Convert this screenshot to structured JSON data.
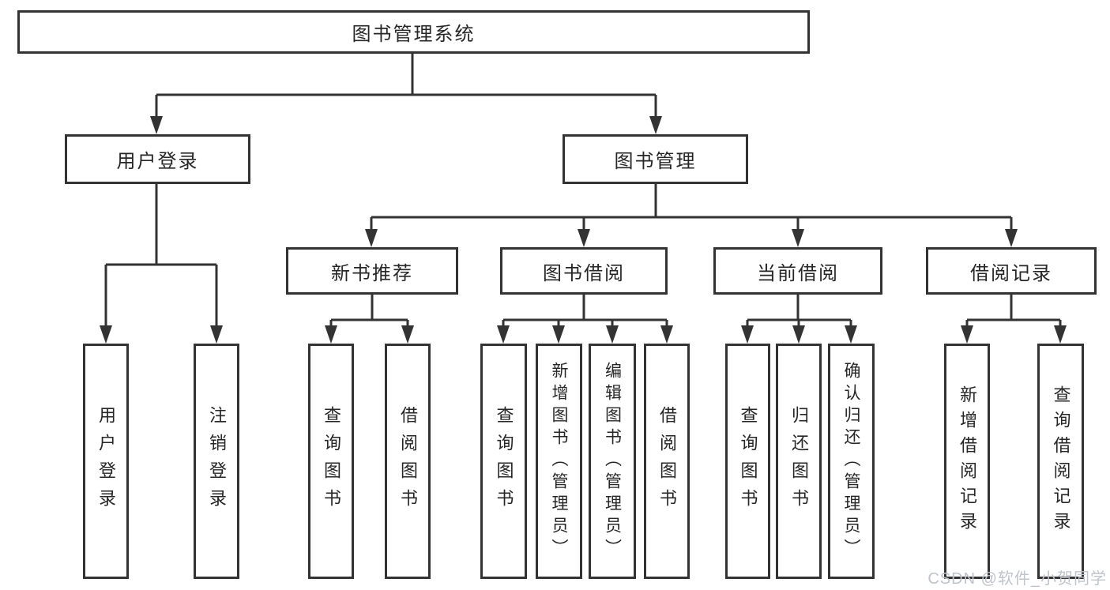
{
  "tree": {
    "root": {
      "label": "图书管理系统"
    },
    "user_login": {
      "label": "用户登录",
      "children": [
        "用户登录",
        "注销登录"
      ]
    },
    "book_mgmt": {
      "label": "图书管理"
    },
    "new_book": {
      "label": "新书推荐",
      "children": [
        "查询图书",
        "借阅图书"
      ]
    },
    "borrow": {
      "label": "图书借阅",
      "children": [
        "查询图书",
        "新增图书（管理员）",
        "编辑图书（管理员）",
        "借阅图书"
      ]
    },
    "current": {
      "label": "当前借阅",
      "children": [
        "查询图书",
        "归还图书",
        "确认归还（管理员）"
      ]
    },
    "records": {
      "label": "借阅记录",
      "children": [
        "新增借阅记录",
        "查询借阅记录"
      ]
    }
  },
  "watermark": "CSDN @软件_小贺同学",
  "colors": {
    "line": "#333333",
    "text": "#262626",
    "watermark": "#bfc3cb",
    "background": "#ffffff"
  }
}
